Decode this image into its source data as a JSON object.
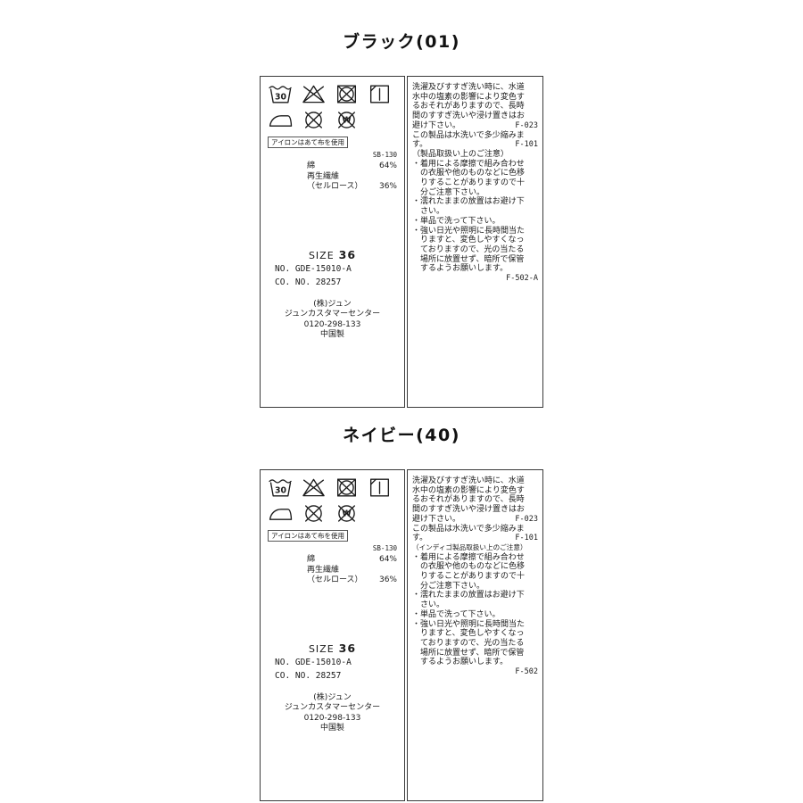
{
  "page": {
    "background": "#ffffff",
    "text_color": "#1b1b1b",
    "border_color": "#3a3a3a"
  },
  "sections": [
    {
      "title": "ブラック(01)",
      "care_label": {
        "symbols_row1": [
          "wash-30-icon",
          "do-not-bleach-icon",
          "do-not-tumble-dry-icon",
          "line-dry-icon"
        ],
        "symbols_row2": [
          "iron-icon",
          "do-not-dryclean-icon",
          "do-not-wetclean-icon"
        ],
        "wash_temp": "30",
        "wetclean_letter": "W",
        "iron_note": "アイロンはあて布を使用",
        "lot_code": "SB-130",
        "materials": [
          {
            "name": "綿",
            "pct": "64%"
          },
          {
            "name": "再生繊維",
            "pct": ""
          },
          {
            "name": "（セルロース）",
            "pct": "36%"
          }
        ],
        "size_label": "SIZE",
        "size_value": "36",
        "product_no": "NO. GDE-15010-A",
        "co_no": "CO. NO. 28257",
        "maker": "(株)ジュン",
        "customer_center": "ジュンカスタマーセンター",
        "phone": "0120-298-133",
        "origin": "中国製"
      },
      "instructions": {
        "lines1": [
          "洗濯及びすすぎ洗い時に、水道",
          "水中の塩素の影響により変色す",
          "るおそれがありますので、長時",
          "間のすすぎ洗いや浸け置きはお"
        ],
        "line1_end": "避け下さい。",
        "code1": "F-023",
        "line2": "この製品は水洗いで多少縮みま",
        "line2_end": "す。",
        "code2": "F-101",
        "note_header": "（製品取扱い上のご注意）",
        "bullets": [
          "・着用による摩擦で組み合わせ",
          "　の衣服や他のものなどに色移",
          "　りすることがありますので十",
          "　分ご注意下さい。",
          "・濡れたままの放置はお避け下",
          "　さい。",
          "・単品で洗って下さい。",
          "・強い日光や照明に長時間当た",
          "　りますと、変色しやすくなっ",
          "　ておりますので、光の当たる",
          "　場所に放置せず、暗所で保管",
          "　するようお願いします。"
        ],
        "end_code": "F-502-A"
      }
    },
    {
      "title": "ネイビー(40)",
      "care_label": {
        "symbols_row1": [
          "wash-30-icon",
          "do-not-bleach-icon",
          "do-not-tumble-dry-icon",
          "line-dry-icon"
        ],
        "symbols_row2": [
          "iron-icon",
          "do-not-dryclean-icon",
          "do-not-wetclean-icon"
        ],
        "wash_temp": "30",
        "wetclean_letter": "W",
        "iron_note": "アイロンはあて布を使用",
        "lot_code": "SB-130",
        "materials": [
          {
            "name": "綿",
            "pct": "64%"
          },
          {
            "name": "再生繊維",
            "pct": ""
          },
          {
            "name": "（セルロース）",
            "pct": "36%"
          }
        ],
        "size_label": "SIZE",
        "size_value": "36",
        "product_no": "NO. GDE-15010-A",
        "co_no": "CO. NO. 28257",
        "maker": "(株)ジュン",
        "customer_center": "ジュンカスタマーセンター",
        "phone": "0120-298-133",
        "origin": "中国製"
      },
      "instructions": {
        "lines1": [
          "洗濯及びすすぎ洗い時に、水道",
          "水中の塩素の影響により変色す",
          "るおそれがありますので、長時",
          "間のすすぎ洗いや浸け置きはお"
        ],
        "line1_end": "避け下さい。",
        "code1": "F-023",
        "line2": "この製品は水洗いで多少縮みま",
        "line2_end": "す。",
        "code2": "F-101",
        "note_header": "（インディゴ製品取扱い上のご注意）",
        "bullets": [
          "・着用による摩擦で組み合わせ",
          "　の衣服や他のものなどに色移",
          "　りすることがありますので十",
          "　分ご注意下さい。",
          "・濡れたままの放置はお避け下",
          "　さい。",
          "・単品で洗って下さい。",
          "・強い日光や照明に長時間当た",
          "　りますと、変色しやすくなっ",
          "　ておりますので、光の当たる",
          "　場所に放置せず、暗所で保管",
          "　するようお願いします。"
        ],
        "end_code": "F-502"
      }
    }
  ]
}
